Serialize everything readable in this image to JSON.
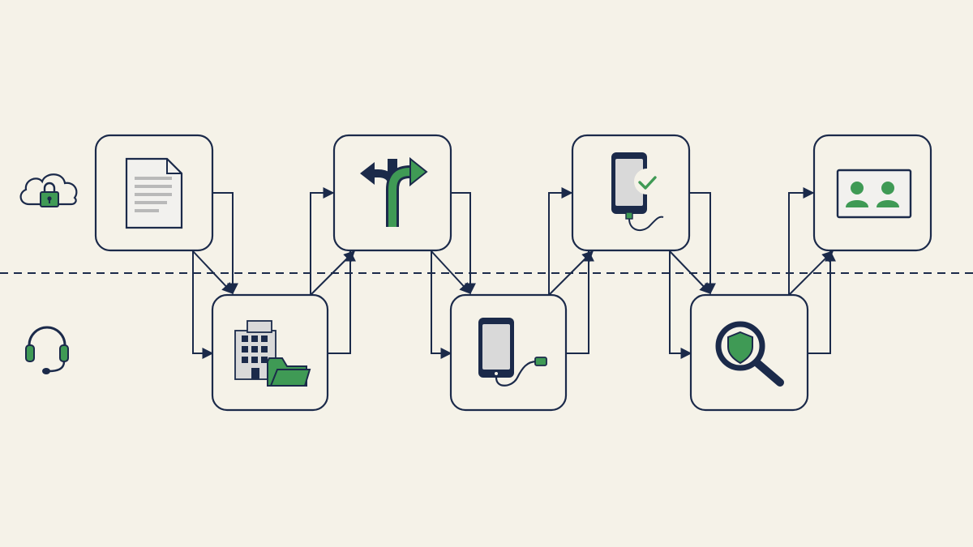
{
  "colors": {
    "background": "#f5f2e8",
    "navy": "#1b2a4a",
    "green": "#3f9a55",
    "gray": "#d9d9d9",
    "paper": "#f2f1ee",
    "lines": "#b9b9b9"
  },
  "lanes": [
    {
      "name": "top-lane",
      "icon": "cloud-lock-icon"
    },
    {
      "name": "bottom-lane",
      "icon": "headset-icon"
    }
  ],
  "steps": [
    {
      "icon": "document-icon",
      "lane": "top"
    },
    {
      "icon": "building-folder-icon",
      "lane": "bottom"
    },
    {
      "icon": "fork-arrows-icon",
      "lane": "top"
    },
    {
      "icon": "phone-cable-icon",
      "lane": "bottom"
    },
    {
      "icon": "phone-check-icon",
      "lane": "top"
    },
    {
      "icon": "magnifier-shield-icon",
      "lane": "bottom"
    },
    {
      "icon": "screen-users-icon",
      "lane": "top"
    }
  ]
}
